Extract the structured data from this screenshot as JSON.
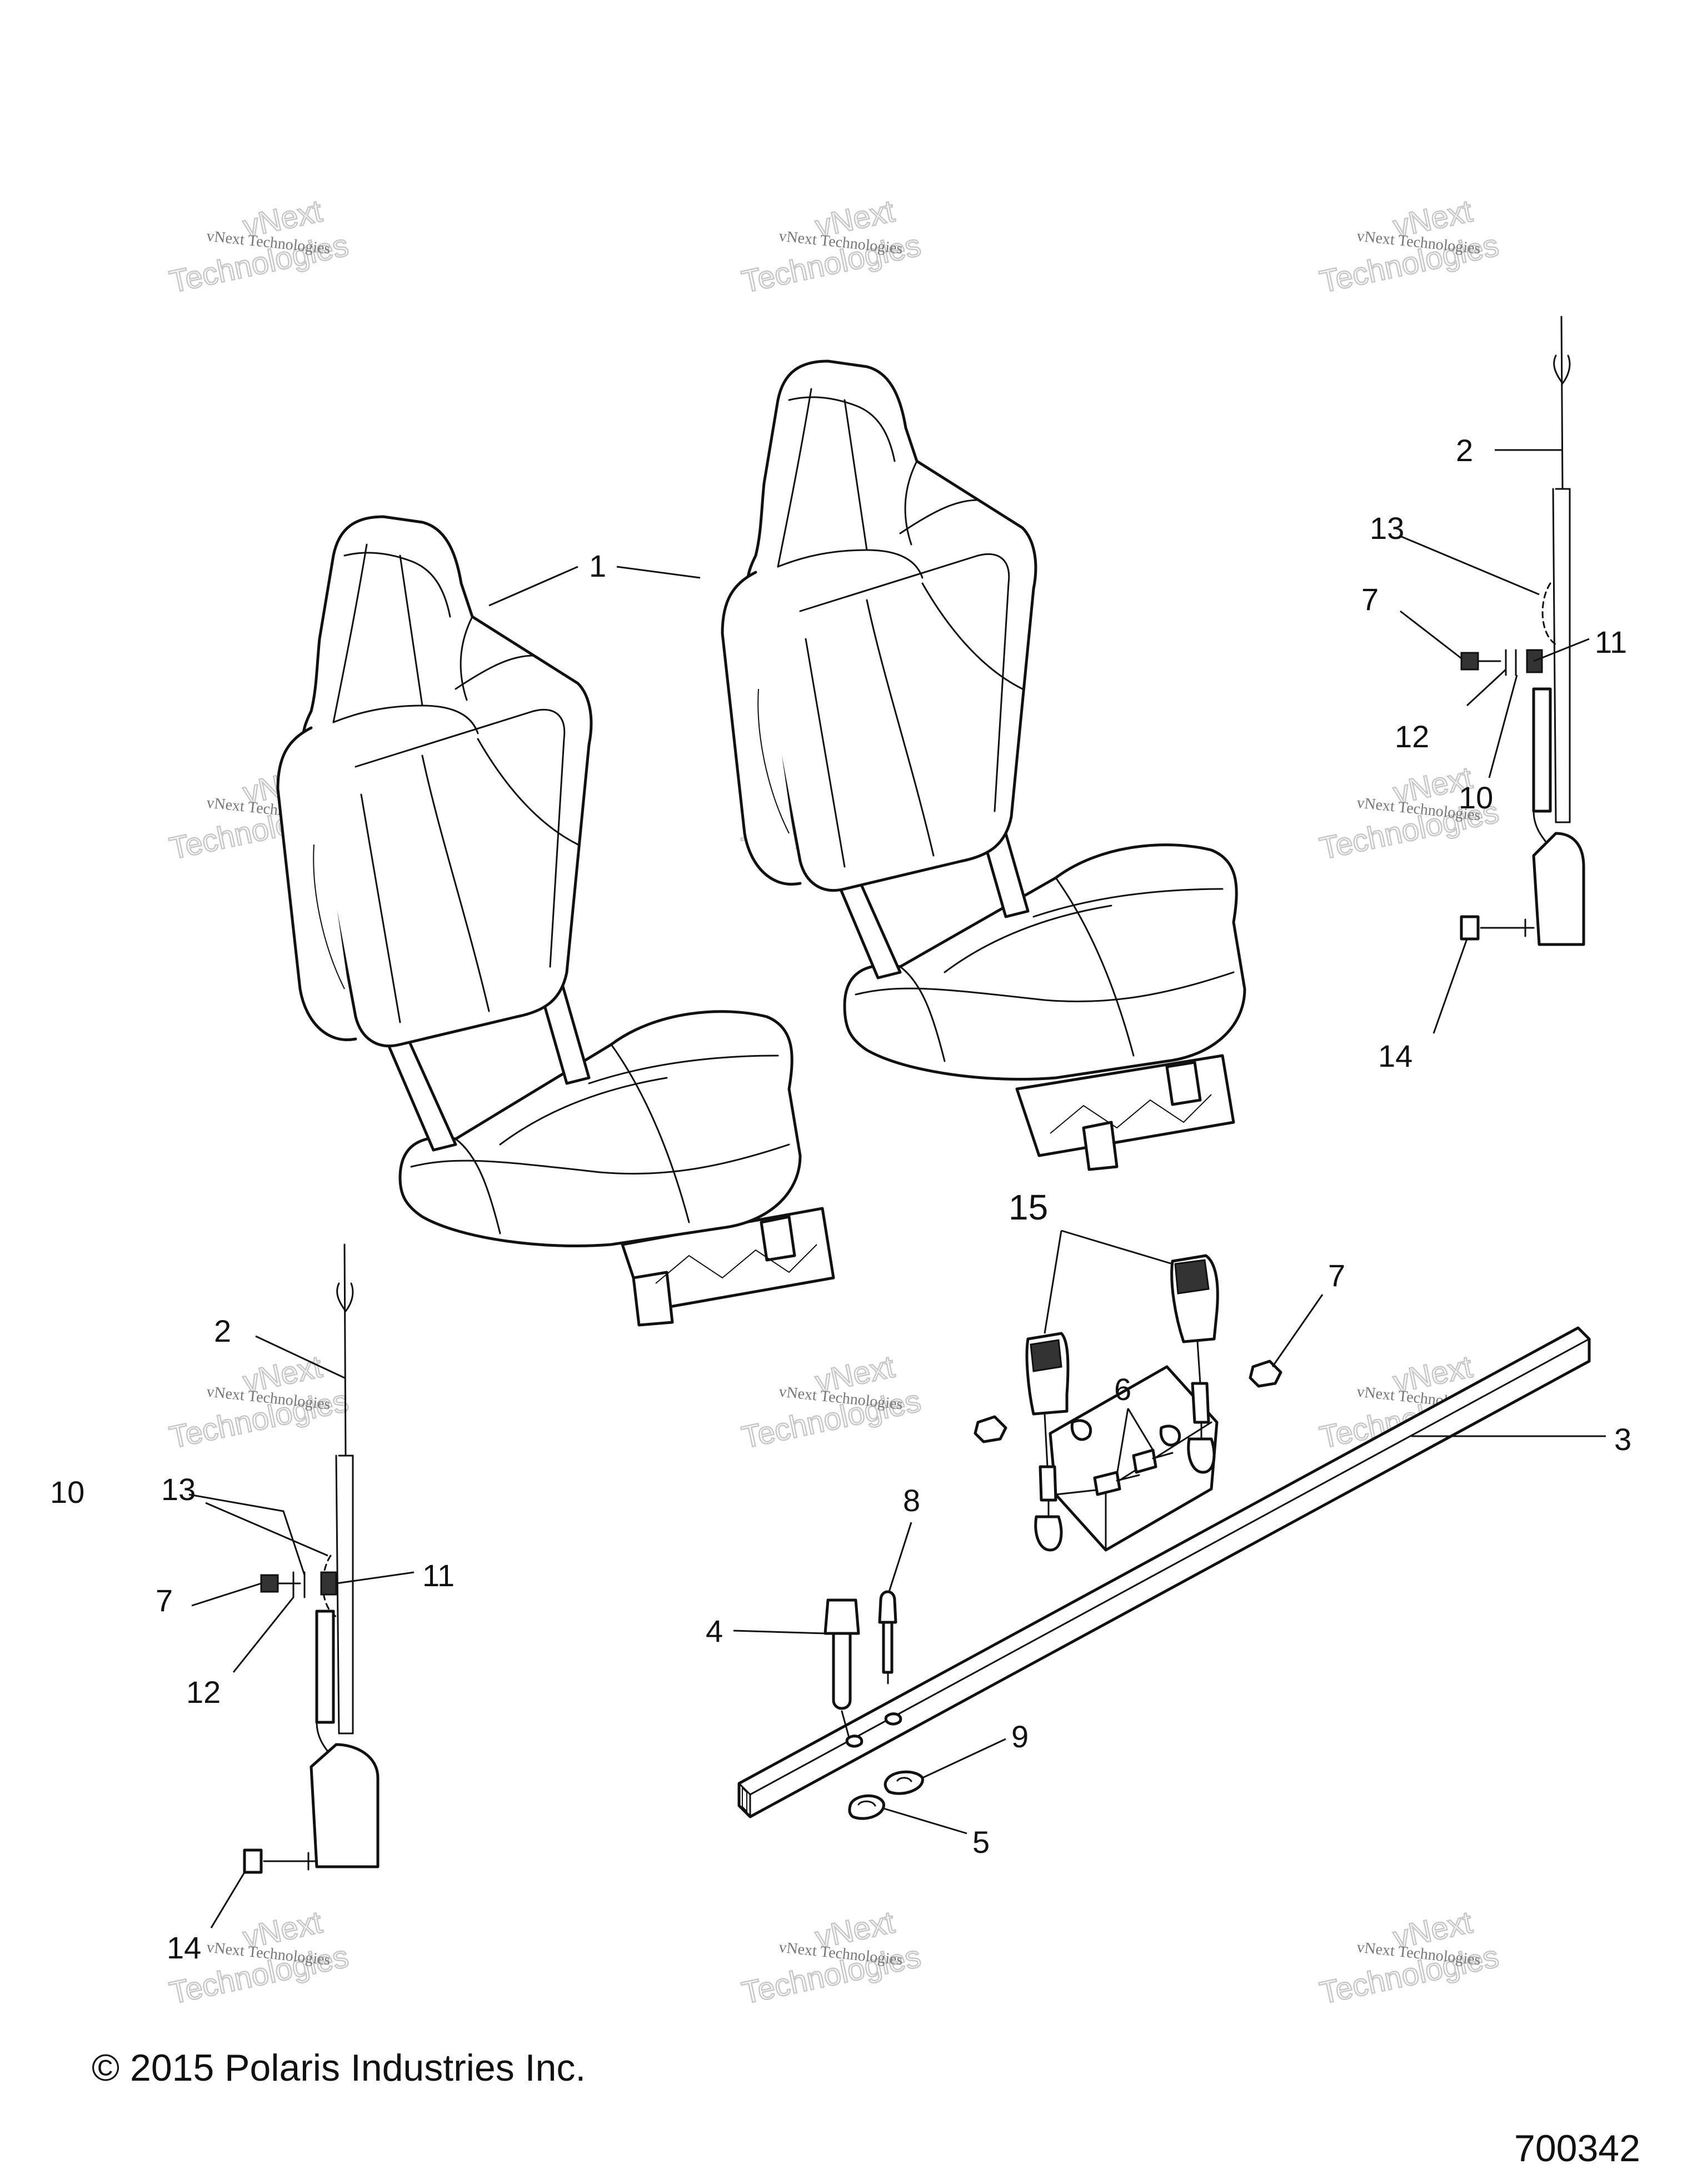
{
  "callouts": [
    {
      "id": "c1",
      "label": "1"
    },
    {
      "id": "c2a",
      "label": "2"
    },
    {
      "id": "c2b",
      "label": "2"
    },
    {
      "id": "c3",
      "label": "3"
    },
    {
      "id": "c4",
      "label": "4"
    },
    {
      "id": "c5",
      "label": "5"
    },
    {
      "id": "c6",
      "label": "6"
    },
    {
      "id": "c7a",
      "label": "7"
    },
    {
      "id": "c7b",
      "label": "7"
    },
    {
      "id": "c7c",
      "label": "7"
    },
    {
      "id": "c8",
      "label": "8"
    },
    {
      "id": "c9",
      "label": "9"
    },
    {
      "id": "c10a",
      "label": "10"
    },
    {
      "id": "c10b",
      "label": "10"
    },
    {
      "id": "c11a",
      "label": "11"
    },
    {
      "id": "c11b",
      "label": "11"
    },
    {
      "id": "c12a",
      "label": "12"
    },
    {
      "id": "c12b",
      "label": "12"
    },
    {
      "id": "c13a",
      "label": "13"
    },
    {
      "id": "c13b",
      "label": "13"
    },
    {
      "id": "c14a",
      "label": "14"
    },
    {
      "id": "c14b",
      "label": "14"
    },
    {
      "id": "c15",
      "label": "15"
    }
  ],
  "watermark": {
    "line1": "vNext Technologies",
    "big_top": "vNext",
    "big_bottom": "Technologies"
  },
  "footer": {
    "copyright": "© 2015 Polaris Industries Inc.",
    "diagram_number": "700342"
  }
}
